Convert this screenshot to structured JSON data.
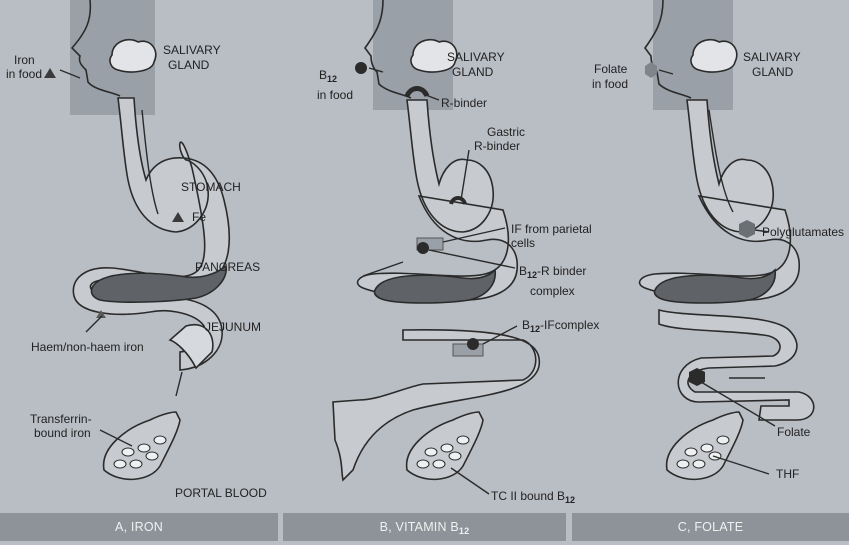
{
  "panel_a": {
    "caption": "A, IRON",
    "iron_in_food_1": "Iron",
    "iron_in_food_2": "in food",
    "salivary_1": "SALIVARY",
    "salivary_2": "GLAND",
    "stomach": "STOMACH",
    "fe": "Fe",
    "pancreas": "PANCREAS",
    "jejunum": "JEJUNUM",
    "haem": "Haem/non-haem iron",
    "transferrin_1": "Transferrin-",
    "transferrin_2": "bound iron",
    "portal_blood": "PORTAL BLOOD"
  },
  "panel_b": {
    "caption_pre": "B, VITAMIN B",
    "caption_sub": "12",
    "b12_1": "B",
    "b12_1_sub": "12",
    "b12_2": "in food",
    "salivary_1": "SALIVARY",
    "salivary_2": "GLAND",
    "r_binder": "R-binder",
    "gastric_1": "Gastric",
    "gastric_2": "R-binder",
    "if_1": "IF from parietal",
    "if_2": "cells",
    "complex_pre": "B",
    "complex_sub": "12",
    "complex_post": "-R binder",
    "complex_2": "complex",
    "ifcomplex_pre": "B",
    "ifcomplex_sub": "12",
    "ifcomplex_post": "-IFcomplex",
    "tc_pre": "TC II bound B",
    "tc_sub": "12"
  },
  "panel_c": {
    "caption": "C, FOLATE",
    "folate_food_1": "Folate",
    "folate_food_2": "in food",
    "salivary_1": "SALIVARY",
    "salivary_2": "GLAND",
    "polyglutamates": "Polyglutamates",
    "folate": "Folate",
    "thf": "THF"
  },
  "colors": {
    "background": "#b9bdc4",
    "tract_fill": "#c6cacf",
    "outline": "#2b2b2b",
    "shade": "#9aa0a8",
    "caption_bar": "#8e9399",
    "marker": "#3a3a3a"
  }
}
